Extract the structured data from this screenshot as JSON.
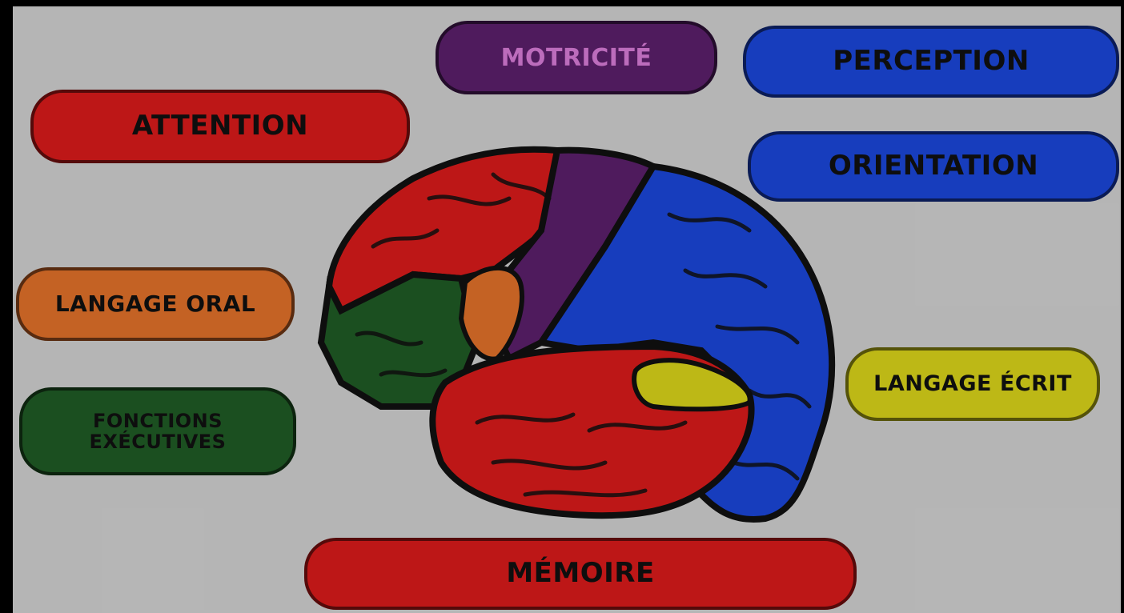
{
  "labels": {
    "motricite": "MOTRICITÉ",
    "perception": "PERCEPTION",
    "attention": "ATTENTION",
    "orientation": "ORIENTATION",
    "langage_oral": "LANGAGE ORAL",
    "fonctions_executives_line1": "FONCTIONS",
    "fonctions_executives_line2": "EXÉCUTIVES",
    "langage_ecrit": "LANGAGE ÉCRIT",
    "memoire": "MÉMOIRE"
  },
  "colors": {
    "background": "#cfcfcf",
    "red": "#d81b1b",
    "purple": "#5a1f6a",
    "blue": "#1b46d8",
    "orange": "#e0702a",
    "green": "#1f5a25",
    "yellow": "#d8d21a",
    "motricite_text": "#d77bd7"
  }
}
